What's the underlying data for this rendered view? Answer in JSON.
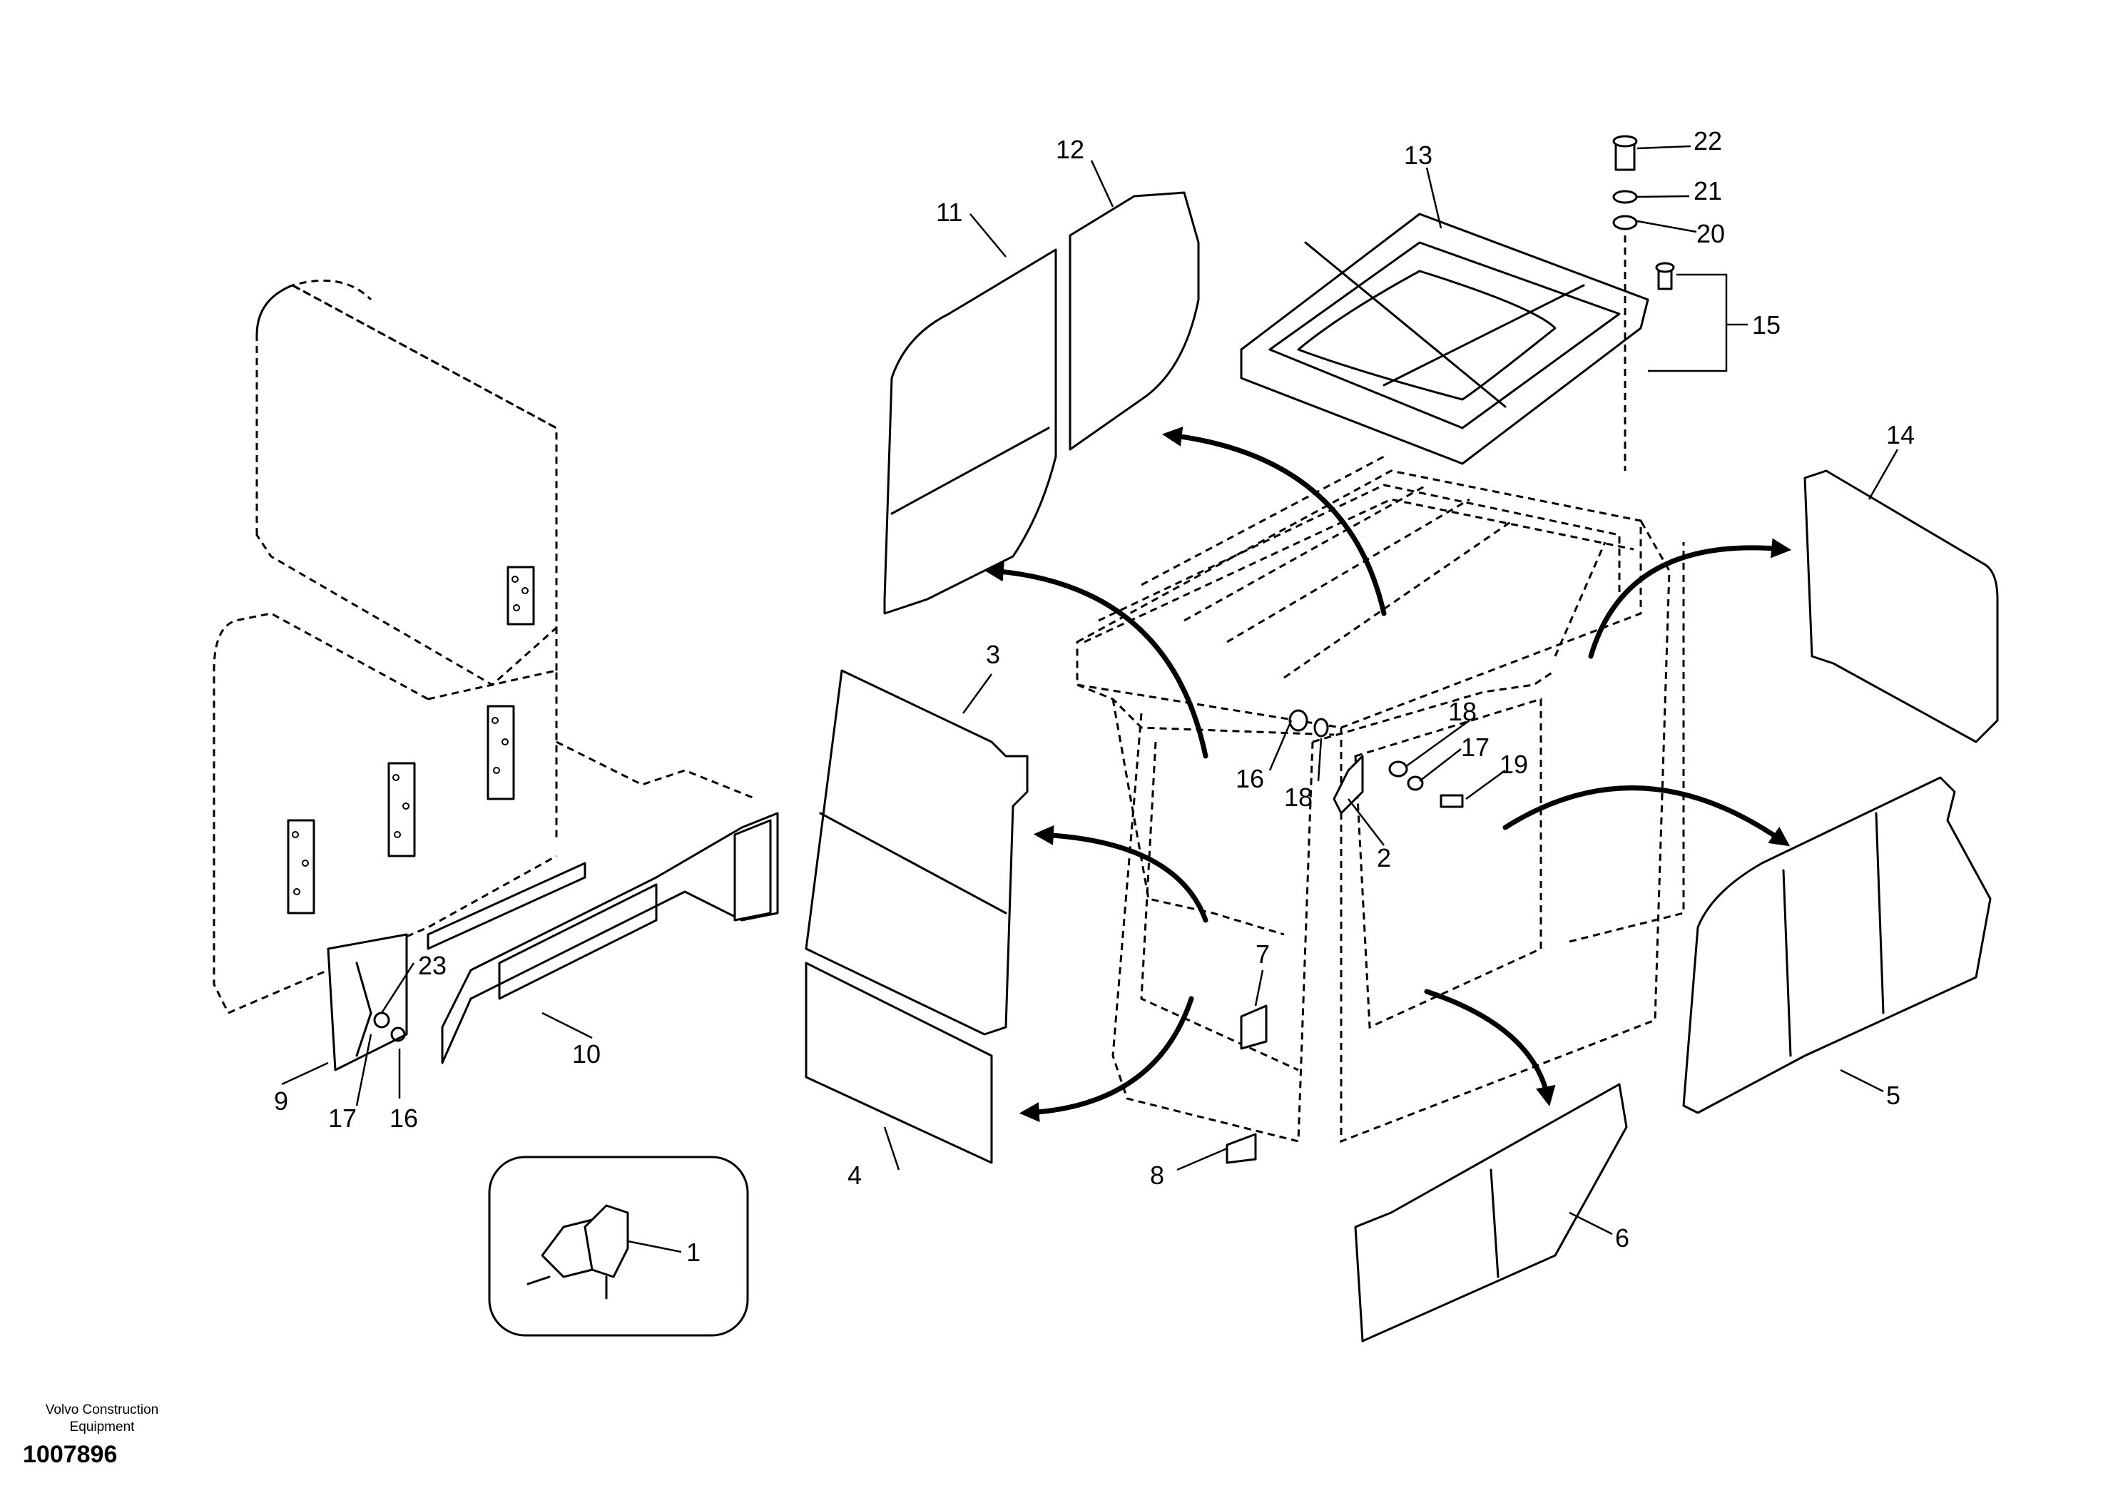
{
  "footer": {
    "brand_line1": "Volvo Construction",
    "brand_line2": "Equipment",
    "drawing_number": "1007896"
  },
  "callouts": {
    "c1": "1",
    "c2": "2",
    "c3": "3",
    "c4": "4",
    "c5": "5",
    "c6": "6",
    "c7": "7",
    "c8": "8",
    "c9": "9",
    "c10": "10",
    "c11": "11",
    "c12": "12",
    "c13": "13",
    "c14": "14",
    "c15": "15",
    "c16a": "16",
    "c16b": "16",
    "c17a": "17",
    "c17b": "17",
    "c18a": "18",
    "c18b": "18",
    "c19": "19",
    "c20": "20",
    "c21": "21",
    "c22": "22",
    "c23": "23"
  }
}
